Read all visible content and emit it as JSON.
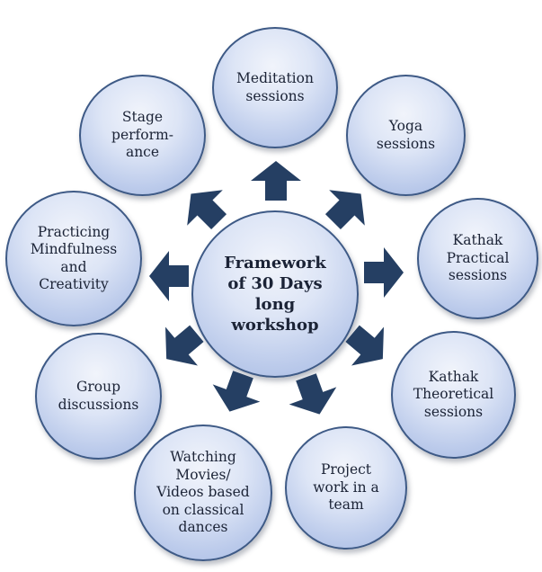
{
  "center": {
    "label": "Framework\nof 30 Days\nlong\nworkshop"
  },
  "nodes": [
    {
      "label": "Meditation\nsessions"
    },
    {
      "label": "Yoga\nsessions"
    },
    {
      "label": "Kathak\nPractical\nsessions"
    },
    {
      "label": "Kathak\nTheoretical\nsessions"
    },
    {
      "label": "Project\nwork in a\nteam"
    },
    {
      "label": "Watching\nMovies/\nVideos based\non classical\ndances"
    },
    {
      "label": "Group\ndiscussions"
    },
    {
      "label": "Practicing\nMindfulness\nand\nCreativity"
    },
    {
      "label": "Stage\nperform-\nance"
    }
  ],
  "colors": {
    "node_border": "#3e5a86",
    "node_fill_light": "#f1f4fb",
    "node_fill_dark": "#a4b8e2",
    "arrow": "#253f63",
    "text": "#1b2336"
  }
}
